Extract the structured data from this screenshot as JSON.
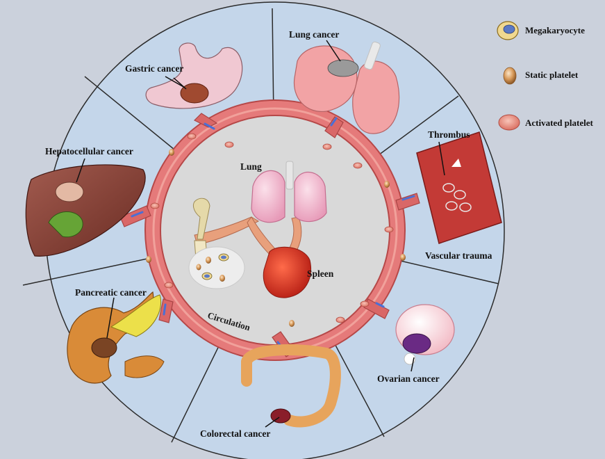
{
  "legend": {
    "megakaryocyte": "Megakaryocyte",
    "static_platelet": "Static platelet",
    "activated_platelet": "Activated platelet"
  },
  "outer_sectors": {
    "gastric": "Gastric cancer",
    "lung": "Lung cancer",
    "thrombus": "Thrombus",
    "vascular_trauma": "Vascular trauma",
    "hepatocellular": "Hepatocellular cancer",
    "pancreatic": "Pancreatic cancer",
    "colorectal": "Colorectal cancer",
    "ovarian": "Ovarian cancer"
  },
  "center": {
    "lung": "Lung",
    "spleen": "Spleen",
    "circulation": "Circulation"
  },
  "colors": {
    "background": "#cbd1dc",
    "sector_fill": "#c4d6ea",
    "vessel_ring": "#e57a7a",
    "vessel_dark": "#c95a5a",
    "inner_disc": "#d9d9d9",
    "platelet_static": "#d89a5a",
    "platelet_activated": "#ec8f80",
    "megakaryocyte_nucleus": "#5b79c4",
    "megakaryocyte_body": "#f0d890"
  }
}
